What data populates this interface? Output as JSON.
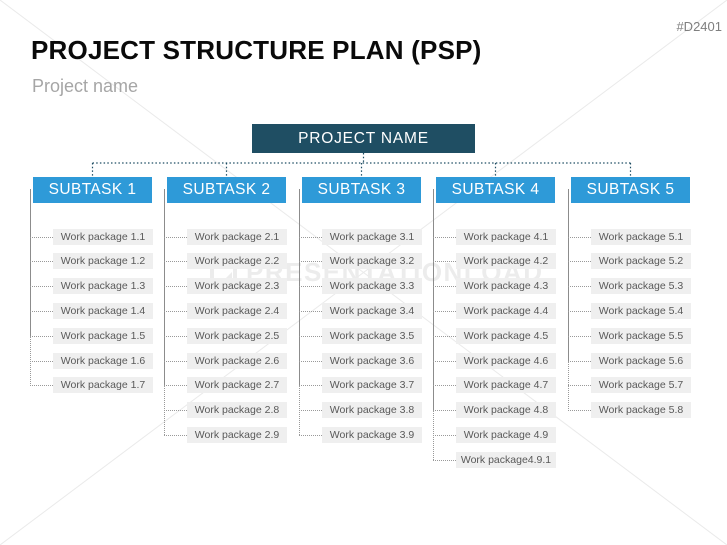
{
  "slide": {
    "code": "#D2401",
    "title": "PROJECT STRUCTURE PLAN (PSP)",
    "subtitle": "Project name"
  },
  "root": {
    "label": "PROJECT NAME"
  },
  "columns": [
    {
      "label": "SUBTASK 1",
      "packages": [
        "Work package 1.1",
        "Work package 1.2",
        "Work package 1.3",
        "Work package 1.4",
        "Work package 1.5",
        "Work package 1.6",
        "Work package 1.7"
      ]
    },
    {
      "label": "SUBTASK 2",
      "packages": [
        "Work package 2.1",
        "Work package 2.2",
        "Work package 2.3",
        "Work package 2.4",
        "Work package 2.5",
        "Work package 2.6",
        "Work package 2.7",
        "Work package 2.8",
        "Work package 2.9"
      ]
    },
    {
      "label": "SUBTASK 3",
      "packages": [
        "Work package 3.1",
        "Work package 3.2",
        "Work package 3.3",
        "Work package 3.4",
        "Work package 3.5",
        "Work package 3.6",
        "Work package 3.7",
        "Work package 3.8",
        "Work package 3.9"
      ]
    },
    {
      "label": "SUBTASK 4",
      "packages": [
        "Work package 4.1",
        "Work package 4.2",
        "Work package 4.3",
        "Work package 4.4",
        "Work package 4.5",
        "Work package 4.6",
        "Work package 4.7",
        "Work package 4.8",
        "Work package 4.9",
        "Work package4.9.1"
      ]
    },
    {
      "label": "SUBTASK 5",
      "packages": [
        "Work package 5.1",
        "Work package 5.2",
        "Work package 5.3",
        "Work package 5.4",
        "Work package 5.5",
        "Work package 5.6",
        "Work package 5.7",
        "Work package 5.8"
      ]
    }
  ],
  "watermark": {
    "text": "PRESENTATIONLOAD"
  },
  "colors": {
    "root_box": "#1F4E63",
    "subtask_box": "#2E9AD8",
    "package_box": "#EFEFEF",
    "package_text": "#595959",
    "connector_blue": "#1F4E63",
    "connector_gray": "#8C8C8C",
    "title_text": "#0A0A0A",
    "subtitle_text": "#A6A6A6",
    "code_text": "#7F7F7F"
  }
}
